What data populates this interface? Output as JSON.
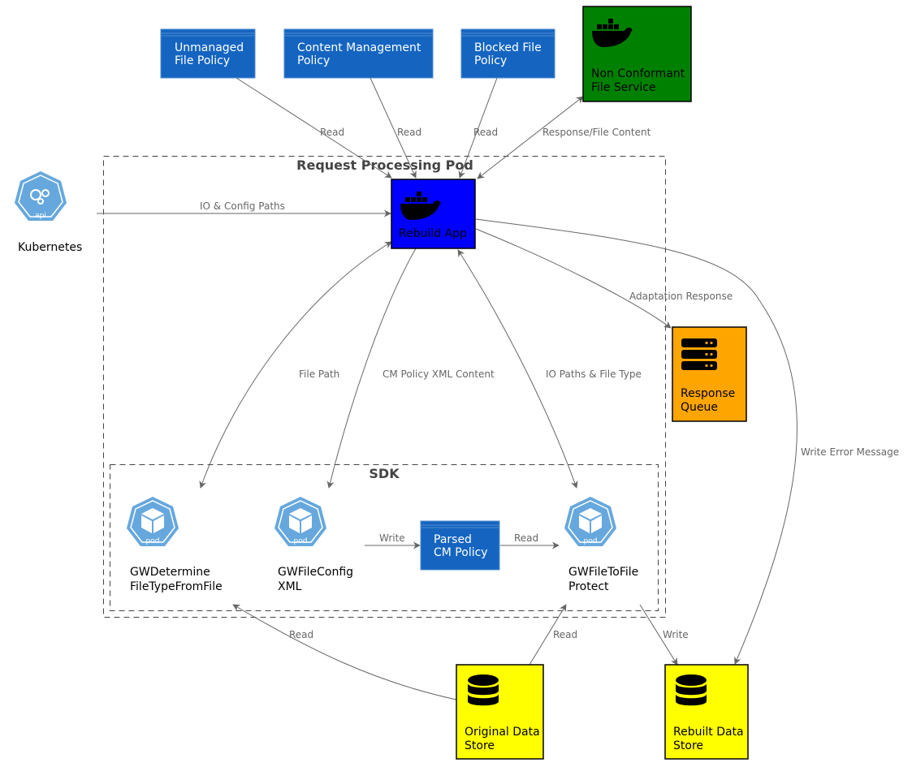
{
  "boundaries": {
    "pod": "Request Processing Pod",
    "sdk": "SDK"
  },
  "nodes": {
    "unmanaged_policy": [
      "Unmanaged",
      "File Policy"
    ],
    "cm_policy": [
      "Content Management",
      "Policy"
    ],
    "blocked_policy": [
      "Blocked File",
      "Policy"
    ],
    "non_conformant": [
      "Non Conformant",
      "File Service"
    ],
    "kubernetes": [
      "Kubernetes"
    ],
    "rebuild_app": [
      "Rebuild App"
    ],
    "response_queue": [
      "Response",
      "Queue"
    ],
    "gw_determine": [
      "GWDetermine",
      "FileTypeFromFile"
    ],
    "gw_fileconfig": [
      "GWFileConfig",
      "XML"
    ],
    "parsed_policy": [
      "Parsed",
      "CM Policy"
    ],
    "gw_protect": [
      "GWFileToFile",
      "Protect"
    ],
    "original_store": [
      "Original Data",
      "Store"
    ],
    "rebuilt_store": [
      "Rebuilt Data",
      "Store"
    ],
    "kubernetes_badge": "api",
    "pod_badge": "pod"
  },
  "edges": {
    "read_unmanaged": "Read",
    "read_cm": "Read",
    "read_blocked": "Read",
    "response_content": "Response/File Content",
    "io_config": "IO & Config Paths",
    "adaptation": "Adaptation Response",
    "file_path": "File Path",
    "cm_xml": "CM Policy XML Content",
    "io_types": "IO Paths & File Type",
    "write_error": "Write Error Message",
    "write_parsed": "Write",
    "read_parsed": "Read",
    "read_orig_1": "Read",
    "read_orig_2": "Read",
    "write_rebuilt": "Write"
  },
  "colors": {
    "policy_fill": "#1565C0",
    "policy_border": "#4F8BD0",
    "non_conformant": "#008000",
    "rebuild_app": "#0000FF",
    "response_queue": "#FFA500",
    "data_store": "#FFFF00",
    "k8s_icon": "#66A8DD",
    "edge": "#666666"
  }
}
